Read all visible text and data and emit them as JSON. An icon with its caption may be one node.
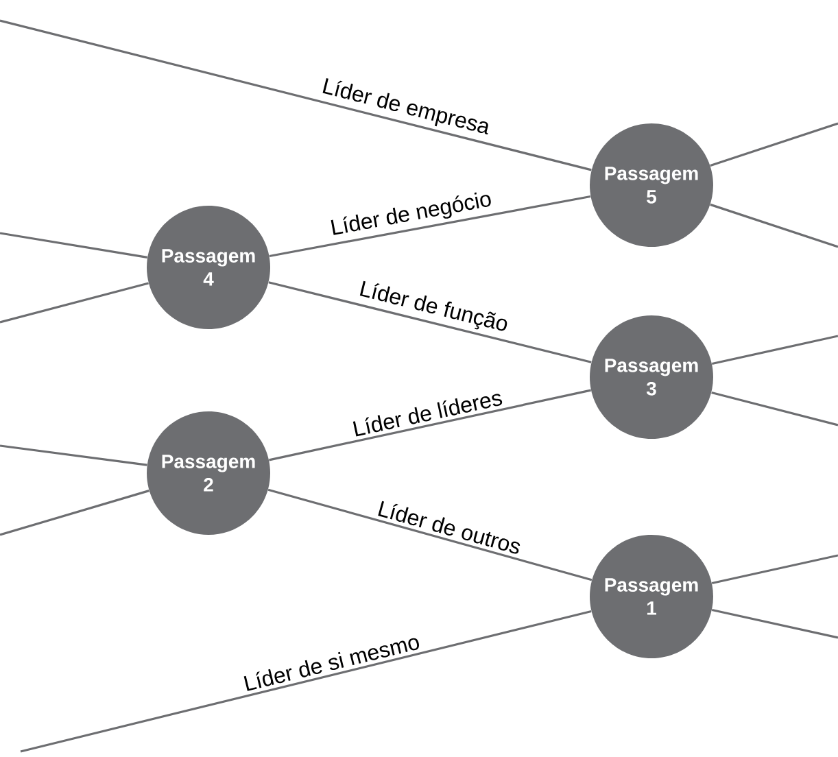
{
  "diagram": {
    "nodes": [
      {
        "text": [
          "Passagem 5"
        ]
      },
      {
        "text": [
          "Passagem 4"
        ]
      },
      {
        "text": [
          "Passagem 3"
        ]
      },
      {
        "text": [
          "Passagem 2"
        ]
      },
      {
        "text": [
          "Passagem 1"
        ]
      }
    ],
    "edges": [
      {
        "from": null,
        "to": 0,
        "arrow": "none",
        "label": "Líder de empresa"
      },
      {
        "from": 1,
        "to": 0,
        "arrow": "none",
        "label": "Líder de negócio"
      },
      {
        "from": 0,
        "to": null,
        "arrow": "none"
      },
      {
        "from": 0,
        "to": null,
        "arrow": "none"
      },
      {
        "from": null,
        "to": 1,
        "arrow": "none"
      },
      {
        "from": null,
        "to": 1,
        "arrow": "none"
      },
      {
        "from": 1,
        "to": 2,
        "arrow": "none",
        "label": "Líder de função"
      },
      {
        "from": 2,
        "to": null,
        "arrow": "none"
      },
      {
        "from": 2,
        "to": null,
        "arrow": "none"
      },
      {
        "from": 3,
        "to": 2,
        "arrow": "none",
        "label": "Líder de líderes"
      },
      {
        "from": null,
        "to": 3,
        "arrow": "none"
      },
      {
        "from": null,
        "to": 3,
        "arrow": "none"
      },
      {
        "from": 3,
        "to": 4,
        "arrow": "none",
        "label": "Líder de outros"
      },
      {
        "from": 4,
        "to": null,
        "arrow": "none"
      },
      {
        "from": 4,
        "to": null,
        "arrow": "none"
      },
      {
        "from": null,
        "to": 4,
        "arrow": "none",
        "label": "Líder de si mesmo"
      }
    ]
  }
}
